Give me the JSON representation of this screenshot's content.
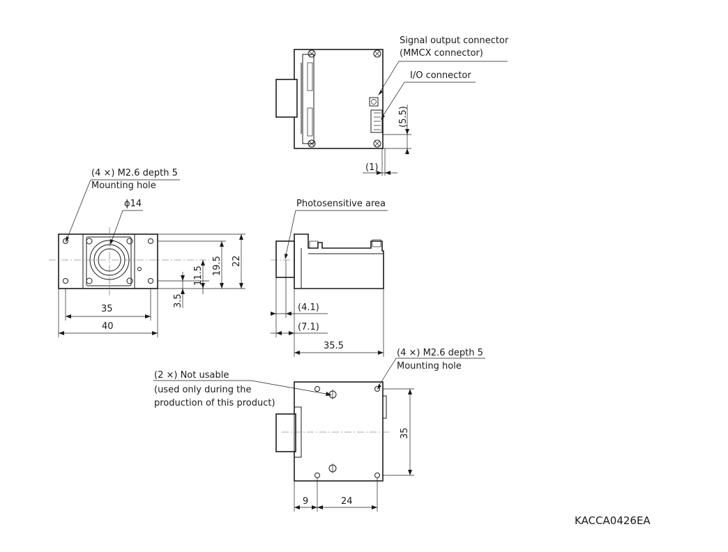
{
  "drawing_code": "KACCA0426EA",
  "labels": {
    "signal_output_1": "Signal output connector",
    "signal_output_2": "(MMCX connector)",
    "io_connector": "I/O connector",
    "dim_5_5": "(5.5)",
    "dim_1": "(1)",
    "mount_front_1": "(4 ×) M2.6 depth 5",
    "mount_front_2": "Mounting hole",
    "phi14": "ϕ14",
    "dim_35_front": "35",
    "dim_40": "40",
    "dim_3_5": "3.5",
    "dim_11_5": "11.5",
    "dim_19_5": "19.5",
    "dim_22": "22",
    "photosensitive": "Photosensitive area",
    "dim_4_1": "(4.1)",
    "dim_7_1": "(7.1)",
    "dim_35_5": "35.5",
    "mount_bottom_1": "(4 ×) M2.6 depth 5",
    "mount_bottom_2": "Mounting hole",
    "not_usable_1": "(2 ×) Not usable",
    "not_usable_2": "(used only during the",
    "not_usable_3": "production of this product)",
    "dim_35_bottom": "35",
    "dim_9": "9",
    "dim_24": "24"
  }
}
